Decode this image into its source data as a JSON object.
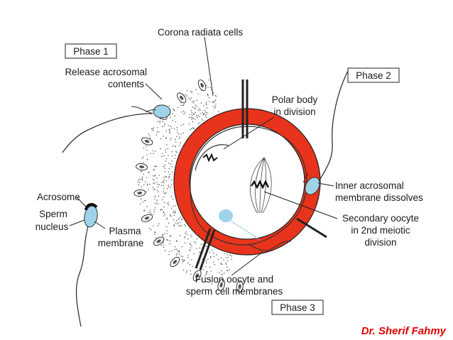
{
  "phases": {
    "phase1": "Phase 1",
    "phase2": "Phase 2",
    "phase3": "Phase 3"
  },
  "labels": {
    "corona": "Corona radiata cells",
    "release_line1": "Release acrosomal",
    "release_line2": "contents",
    "polar_line1": "Polar body",
    "polar_line2": "in division",
    "acrosome": "Acrosome",
    "sperm_line1": "Sperm",
    "sperm_line2": "nucleus",
    "plasma_line1": "Plasma",
    "plasma_line2": "membrane",
    "inner_line1": "Inner acrosomal",
    "inner_line2": "membrane dissolves",
    "secondary_line1": "Secondary oocyte",
    "secondary_line2": "in 2nd meiotic",
    "secondary_line3": "division",
    "fusion_line1": "Fusion oocyte and",
    "fusion_line2": "sperm cell membranes"
  },
  "credit": "Dr. Sherif Fahmy",
  "colors": {
    "zona": "#e8341c",
    "sperm_head": "#9fd3ea",
    "acrosome": "#111111",
    "line": "#222222",
    "credit": "#e00000"
  }
}
